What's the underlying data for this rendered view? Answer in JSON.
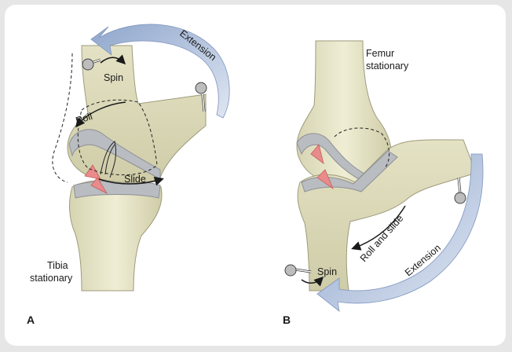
{
  "panel_a": {
    "letter": "A",
    "spin": "Spin",
    "roll": "Roll",
    "slide": "Slide",
    "extension": "Extension",
    "tibia_line1": "Tibia",
    "tibia_line2": "stationary"
  },
  "panel_b": {
    "letter": "B",
    "femur_line1": "Femur",
    "femur_line2": "stationary",
    "roll_and_slide": "Roll and slide",
    "extension": "Extension",
    "spin": "Spin"
  },
  "colors": {
    "bone": "#e8e6c8",
    "bone_shade": "#c9c7a4",
    "cartilage": "#b9bcc0",
    "meniscus": "#e98b8b",
    "arrow": "#a8b9d6"
  }
}
